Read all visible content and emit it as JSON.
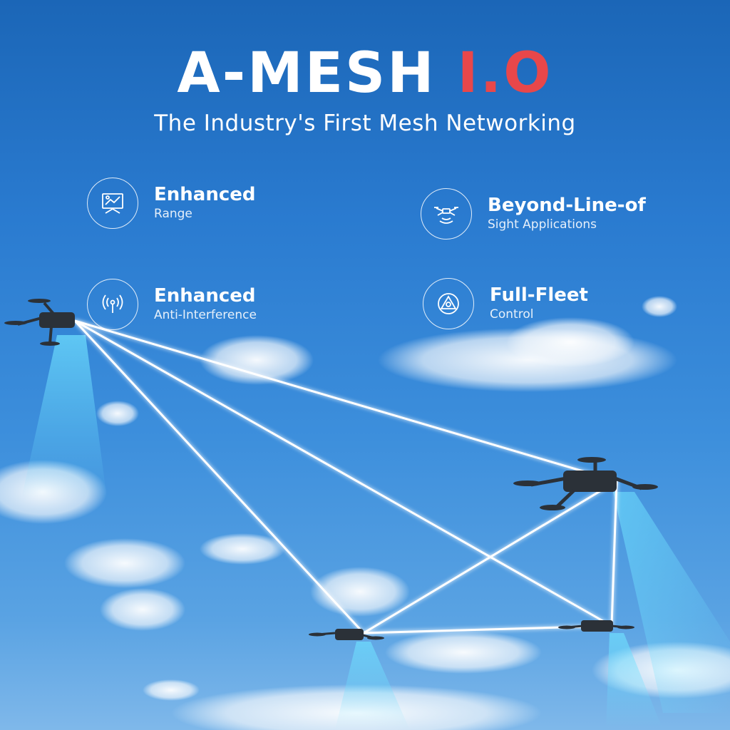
{
  "header": {
    "title_main": "A-MESH",
    "title_version": "I.O",
    "subtitle": "The Industry's First Mesh Networking"
  },
  "features": [
    {
      "title": "Enhanced",
      "subtitle": "Range",
      "icon": "range-screen-icon"
    },
    {
      "title": "Beyond-Line-of",
      "subtitle": "Sight Applications",
      "icon": "drone-signal-icon"
    },
    {
      "title": "Enhanced",
      "subtitle": "Anti-Interference",
      "icon": "antenna-signal-icon"
    },
    {
      "title": "Full-Fleet",
      "subtitle": "Control",
      "icon": "fleet-triangle-icon"
    }
  ],
  "colors": {
    "accent_red": "#e8474a",
    "link_line": "#ffffff",
    "beam": "#5fd3ff",
    "sky": "#2a7bd0"
  }
}
